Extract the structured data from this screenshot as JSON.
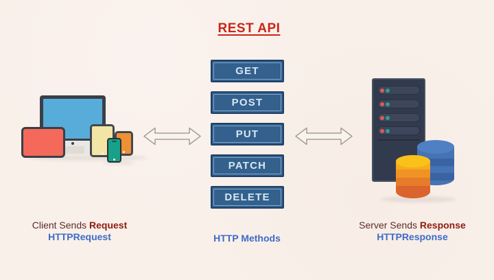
{
  "title": {
    "text": "REST API"
  },
  "client": {
    "caption_prefix": "Client Sends ",
    "caption_bold": "Request",
    "caption_sub": "HTTPRequest"
  },
  "methods": {
    "caption": "HTTP Methods",
    "buttons": [
      "GET",
      "POST",
      "PUT",
      "PATCH",
      "DELETE"
    ]
  },
  "server": {
    "caption_prefix": "Server Sends ",
    "caption_bold": "Response",
    "caption_sub": "HTTPResponse"
  },
  "icons": {
    "left_arrow": "double-headed-arrow",
    "right_arrow": "double-headed-arrow"
  },
  "colors": {
    "background": "#f9f0ea",
    "title_red": "#ca2418",
    "button_blue": "#33608d",
    "button_text": "#d6e7f3",
    "caption_maroon": "#5d2b26",
    "caption_bold_red": "#8c1c10",
    "caption_blue": "#3e6bc7",
    "monitor_screen_blue": "#58acd9",
    "tablet_red": "#f5695b",
    "tablet_yellow": "#f2e5a5",
    "phone_orange": "#f09035",
    "phone_teal": "#17a189",
    "server_navy": "#323a4e",
    "database_blue": "#4573b5",
    "database_orange": "#ef9325"
  }
}
